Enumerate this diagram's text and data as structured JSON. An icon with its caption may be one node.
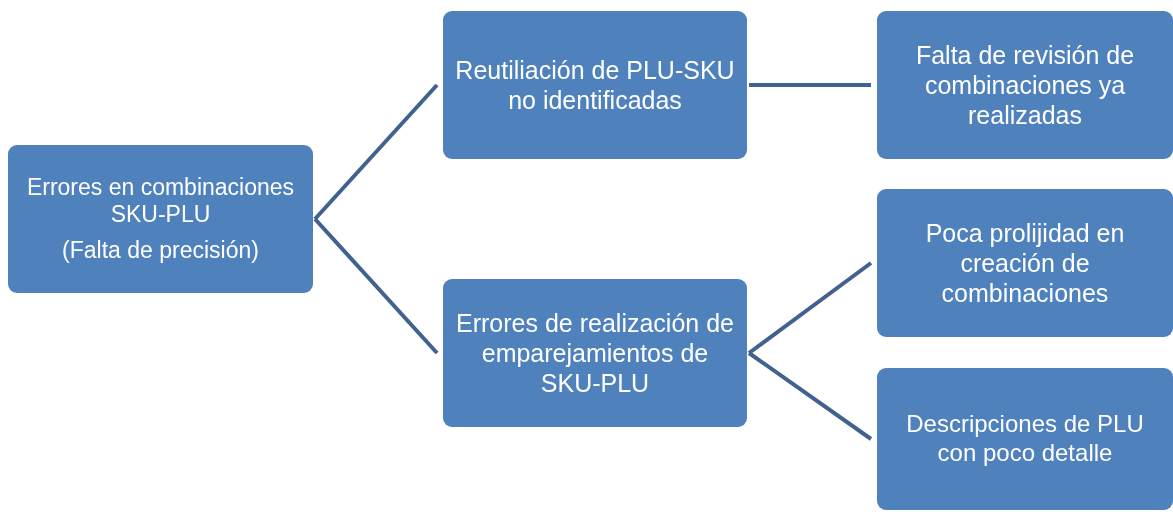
{
  "diagram": {
    "nodes": [
      {
        "text": [
          "Errores en combinaciones SKU-PLU",
          "(Falta de precisión)"
        ]
      },
      {
        "text": [
          "Reutiliación de PLU-SKU no identificadas"
        ]
      },
      {
        "text": [
          "Falta de revisión de combinaciones ya realizadas"
        ]
      },
      {
        "text": [
          "Errores de realización de emparejamientos de SKU-PLU"
        ]
      },
      {
        "text": [
          "Poca prolijidad en creación de combinaciones"
        ]
      },
      {
        "text": [
          "Descripciones de PLU con poco detalle"
        ]
      }
    ],
    "edges": [
      {
        "from": 0,
        "to": 1,
        "arrow": "none"
      },
      {
        "from": 0,
        "to": 3,
        "arrow": "none"
      },
      {
        "from": 1,
        "to": 2,
        "arrow": "none"
      },
      {
        "from": 3,
        "to": 4,
        "arrow": "none"
      },
      {
        "from": 3,
        "to": 5,
        "arrow": "none"
      }
    ]
  }
}
